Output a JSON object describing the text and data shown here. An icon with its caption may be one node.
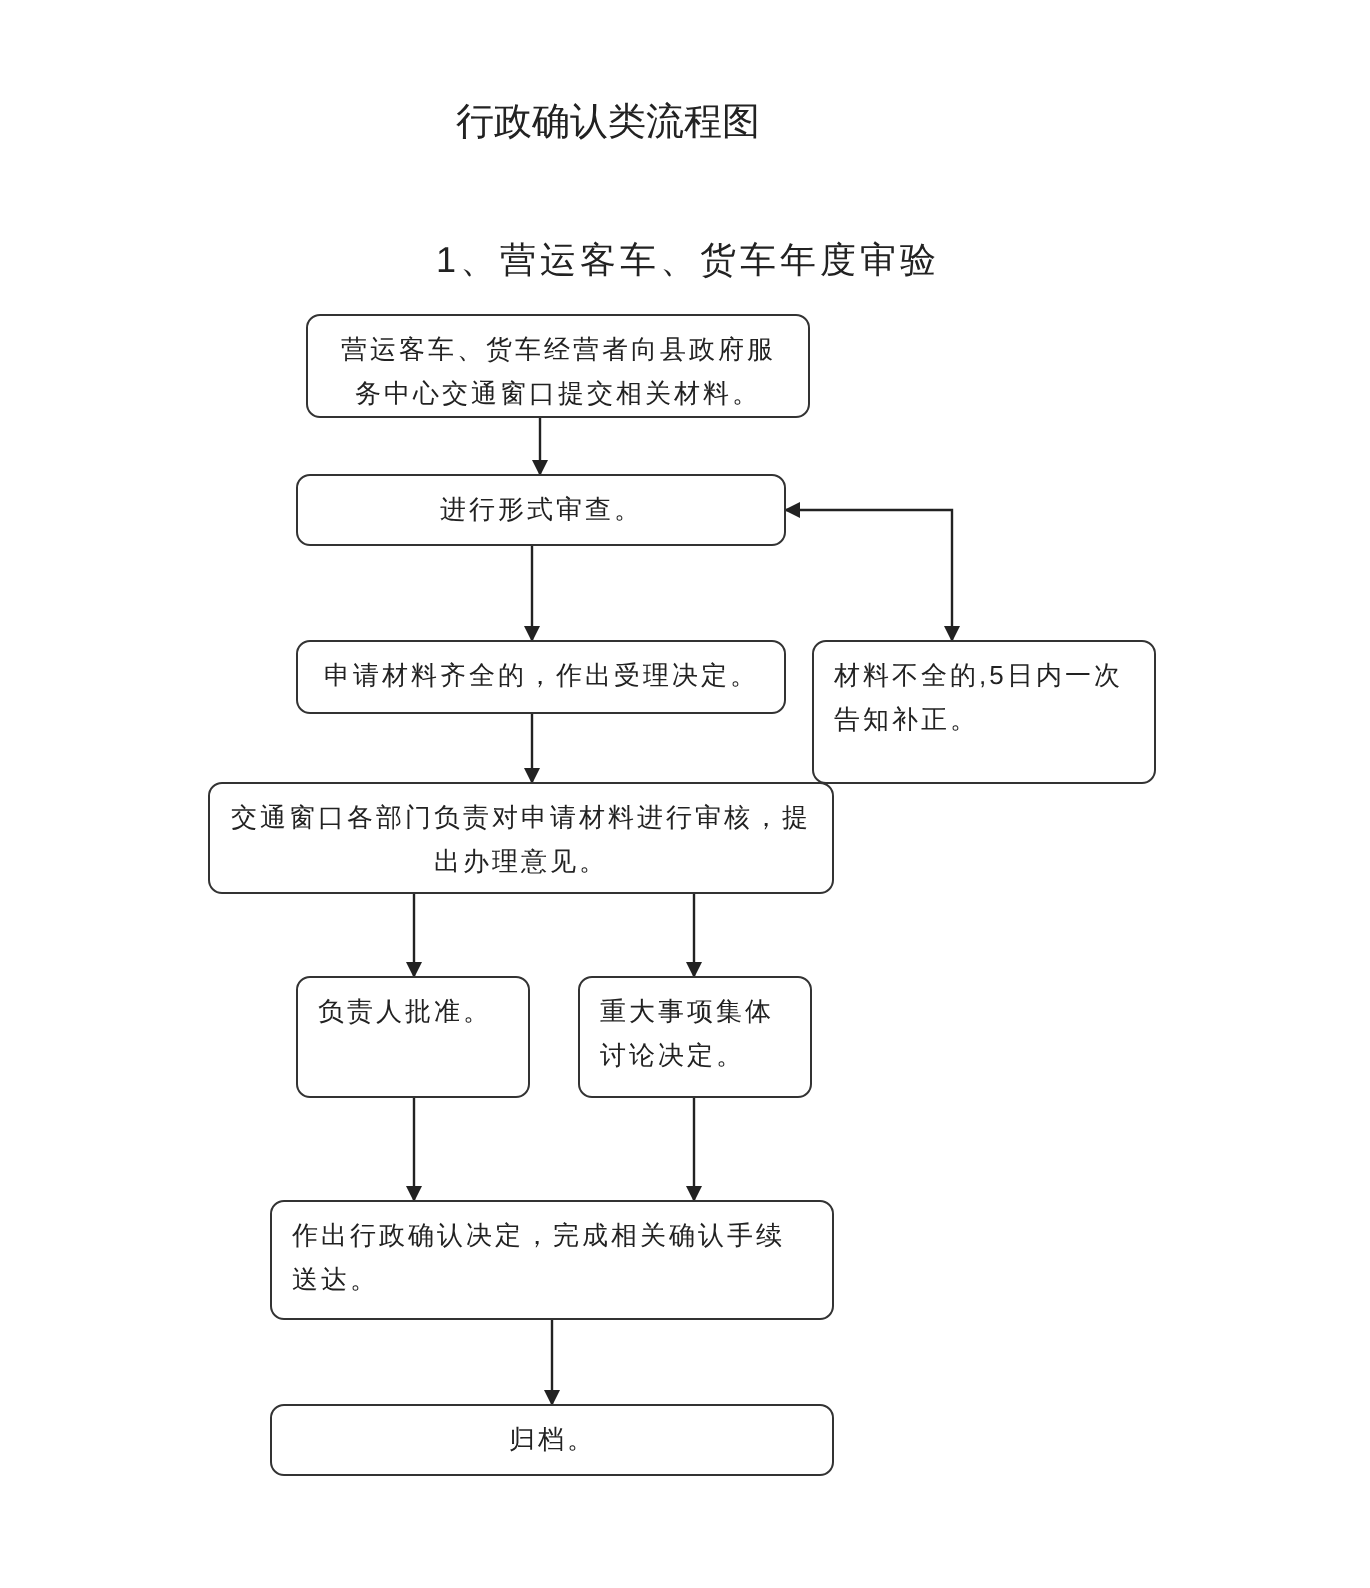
{
  "diagram": {
    "title": "行政确认类流程图",
    "nodes": [
      {
        "text": [
          "营运客车、货车经营者向县政府服务中心交通窗口提交相关材料。"
        ]
      },
      {
        "text": [
          "进行形式审查。"
        ]
      },
      {
        "text": [
          "申请材料齐全的，作出受理决定。"
        ]
      },
      {
        "text": [
          "材料不全的,5日内一次告知补正。"
        ]
      },
      {
        "text": [
          "交通窗口各部门负责对申请材料进行审核，提出办理意见。"
        ]
      },
      {
        "text": [
          "负责人批准。"
        ]
      },
      {
        "text": [
          "重大事项集体讨论决定。"
        ]
      },
      {
        "text": [
          "作出行政确认决定，完成相关确认手续送达。"
        ]
      },
      {
        "text": [
          "归档。"
        ]
      }
    ],
    "edges": [
      {
        "from": 0,
        "to": 1,
        "arrow": "to"
      },
      {
        "from": 1,
        "to": 2,
        "arrow": "to"
      },
      {
        "from": 1,
        "to": 3,
        "arrow": "both"
      },
      {
        "from": 2,
        "to": 4,
        "arrow": "to"
      },
      {
        "from": 4,
        "to": 5,
        "arrow": "to"
      },
      {
        "from": 4,
        "to": 6,
        "arrow": "to"
      },
      {
        "from": 5,
        "to": 7,
        "arrow": "to"
      },
      {
        "from": 6,
        "to": 7,
        "arrow": "to"
      },
      {
        "from": 7,
        "to": 8,
        "arrow": "to"
      }
    ],
    "labels": [
      "1、营运客车、货车年度审验"
    ]
  }
}
